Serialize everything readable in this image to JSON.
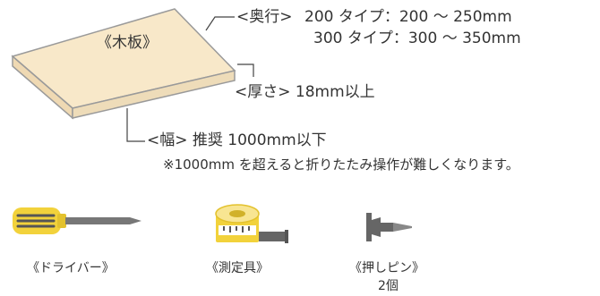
{
  "board": {
    "label": "《木板》"
  },
  "depth": {
    "title": "<奥行>",
    "spec_200": "200 タイプ：200 ～ 250mm",
    "spec_300": "300 タイプ：300 ～ 350mm"
  },
  "thickness": {
    "text": "<厚さ> 18mm以上"
  },
  "width": {
    "text": "<幅> 推奨 1000mm以下",
    "note": "※1000mm を超えると折りたたみ操作が難しくなります。"
  },
  "tools": [
    {
      "icon": "screwdriver-icon",
      "label": "《ドライバー》"
    },
    {
      "icon": "tape-measure-icon",
      "label": "《測定具》"
    },
    {
      "icon": "push-pin-icon",
      "label": "《押しピン》",
      "count": "2個"
    }
  ],
  "colors": {
    "board_fill": "#f8e8c9",
    "board_stroke": "#9a9a9a",
    "tool_yellow": "#f2d23b",
    "tool_gray": "#666666",
    "text": "#333333"
  }
}
